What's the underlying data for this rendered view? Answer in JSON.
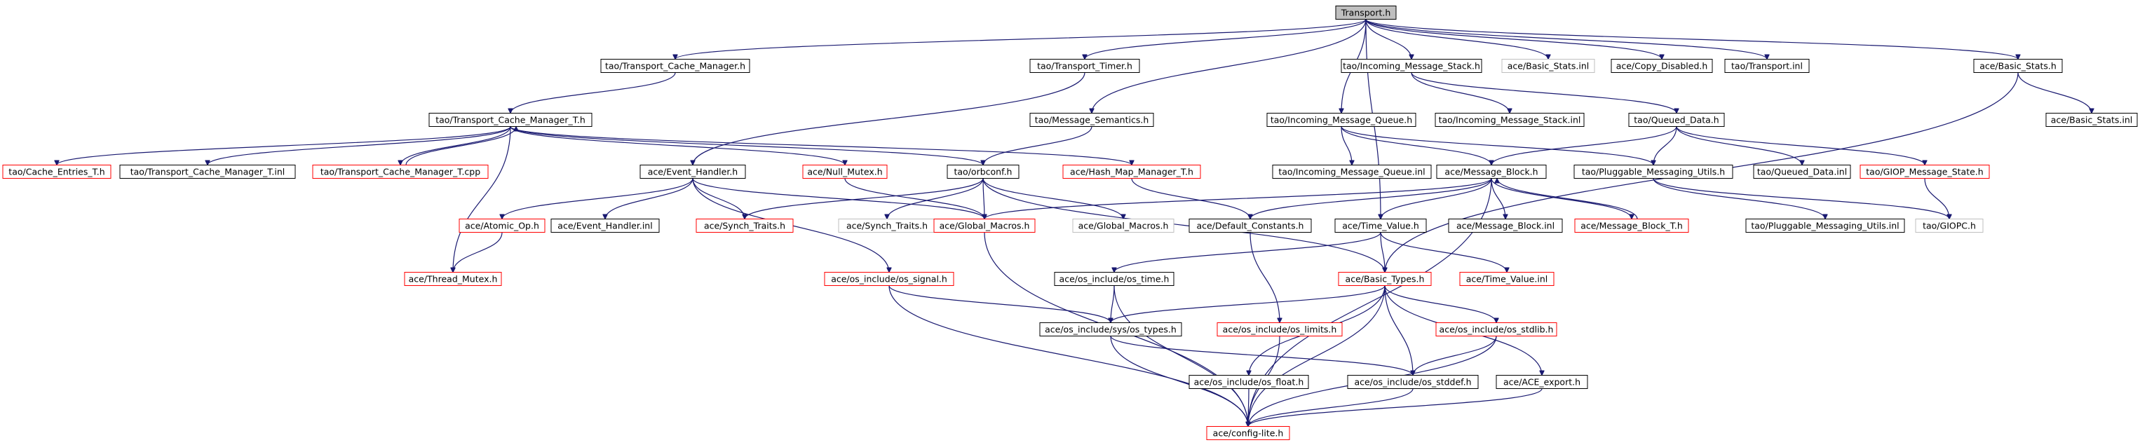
{
  "graph": {
    "colors": {
      "edge": "#191970",
      "root_fill": "#bfbfbf",
      "border_black": "#000000",
      "border_red": "#ff0000",
      "border_gray": "#bfbfbf",
      "background": "#ffffff"
    },
    "nodes": [
      {
        "id": "transport_h",
        "label": "Transport.h",
        "border": "root"
      },
      {
        "id": "tao_transport_cache_manager_h",
        "label": "tao/Transport_Cache_Manager.h",
        "border": "black"
      },
      {
        "id": "tao_transport_timer_h",
        "label": "tao/Transport_Timer.h",
        "border": "black"
      },
      {
        "id": "tao_incoming_message_stack_h",
        "label": "tao/Incoming_Message_Stack.h",
        "border": "black"
      },
      {
        "id": "ace_basic_stats_inl_top",
        "label": "ace/Basic_Stats.inl",
        "border": "gray"
      },
      {
        "id": "ace_copy_disabled_h",
        "label": "ace/Copy_Disabled.h",
        "border": "black"
      },
      {
        "id": "tao_transport_inl",
        "label": "tao/Transport.inl",
        "border": "black"
      },
      {
        "id": "ace_basic_stats_h",
        "label": "ace/Basic_Stats.h",
        "border": "black"
      },
      {
        "id": "tao_transport_cache_manager_t_h",
        "label": "tao/Transport_Cache_Manager_T.h",
        "border": "black"
      },
      {
        "id": "tao_message_semantics_h",
        "label": "tao/Message_Semantics.h",
        "border": "black"
      },
      {
        "id": "tao_incoming_message_queue_h",
        "label": "tao/Incoming_Message_Queue.h",
        "border": "black"
      },
      {
        "id": "tao_incoming_message_stack_inl",
        "label": "tao/Incoming_Message_Stack.inl",
        "border": "black"
      },
      {
        "id": "tao_queued_data_h",
        "label": "tao/Queued_Data.h",
        "border": "black"
      },
      {
        "id": "ace_basic_stats_inl",
        "label": "ace/Basic_Stats.inl",
        "border": "black"
      },
      {
        "id": "tao_cache_entries_t_h",
        "label": "tao/Cache_Entries_T.h",
        "border": "red"
      },
      {
        "id": "tao_transport_cache_manager_t_inl",
        "label": "tao/Transport_Cache_Manager_T.inl",
        "border": "black"
      },
      {
        "id": "tao_transport_cache_manager_t_cpp",
        "label": "tao/Transport_Cache_Manager_T.cpp",
        "border": "red"
      },
      {
        "id": "ace_event_handler_h",
        "label": "ace/Event_Handler.h",
        "border": "black"
      },
      {
        "id": "ace_null_mutex_h",
        "label": "ace/Null_Mutex.h",
        "border": "red"
      },
      {
        "id": "tao_orbconf_h",
        "label": "tao/orbconf.h",
        "border": "black"
      },
      {
        "id": "ace_hash_map_manager_t_h",
        "label": "ace/Hash_Map_Manager_T.h",
        "border": "red"
      },
      {
        "id": "tao_incoming_message_queue_inl",
        "label": "tao/Incoming_Message_Queue.inl",
        "border": "black"
      },
      {
        "id": "ace_message_block_h",
        "label": "ace/Message_Block.h",
        "border": "black"
      },
      {
        "id": "tao_pluggable_messaging_utils_h",
        "label": "tao/Pluggable_Messaging_Utils.h",
        "border": "black"
      },
      {
        "id": "tao_queued_data_inl",
        "label": "tao/Queued_Data.inl",
        "border": "black"
      },
      {
        "id": "tao_giop_message_state_h",
        "label": "tao/GIOP_Message_State.h",
        "border": "red"
      },
      {
        "id": "ace_atomic_op_h",
        "label": "ace/Atomic_Op.h",
        "border": "red"
      },
      {
        "id": "ace_event_handler_inl",
        "label": "ace/Event_Handler.inl",
        "border": "black"
      },
      {
        "id": "ace_synch_traits_h_red",
        "label": "ace/Synch_Traits.h",
        "border": "red"
      },
      {
        "id": "ace_synch_traits_h_gray",
        "label": "ace/Synch_Traits.h",
        "border": "gray"
      },
      {
        "id": "ace_global_macros_h_red",
        "label": "ace/Global_Macros.h",
        "border": "red"
      },
      {
        "id": "ace_global_macros_h_gray",
        "label": "ace/Global_Macros.h",
        "border": "gray"
      },
      {
        "id": "ace_default_constants_h",
        "label": "ace/Default_Constants.h",
        "border": "black"
      },
      {
        "id": "ace_time_value_h",
        "label": "ace/Time_Value.h",
        "border": "black"
      },
      {
        "id": "ace_message_block_inl",
        "label": "ace/Message_Block.inl",
        "border": "black"
      },
      {
        "id": "ace_message_block_t_h",
        "label": "ace/Message_Block_T.h",
        "border": "red"
      },
      {
        "id": "tao_pluggable_messaging_utils_inl",
        "label": "tao/Pluggable_Messaging_Utils.inl",
        "border": "black"
      },
      {
        "id": "tao_giopc_h",
        "label": "tao/GIOPC.h",
        "border": "gray"
      },
      {
        "id": "ace_thread_mutex_h",
        "label": "ace/Thread_Mutex.h",
        "border": "red"
      },
      {
        "id": "ace_os_include_os_signal_h",
        "label": "ace/os_include/os_signal.h",
        "border": "red"
      },
      {
        "id": "ace_os_include_os_time_h",
        "label": "ace/os_include/os_time.h",
        "border": "black"
      },
      {
        "id": "ace_basic_types_h",
        "label": "ace/Basic_Types.h",
        "border": "red"
      },
      {
        "id": "ace_time_value_inl",
        "label": "ace/Time_Value.inl",
        "border": "red"
      },
      {
        "id": "ace_os_include_sys_os_types_h",
        "label": "ace/os_include/sys/os_types.h",
        "border": "black"
      },
      {
        "id": "ace_os_include_os_limits_h",
        "label": "ace/os_include/os_limits.h",
        "border": "red"
      },
      {
        "id": "ace_os_include_os_stdlib_h",
        "label": "ace/os_include/os_stdlib.h",
        "border": "red"
      },
      {
        "id": "ace_os_include_os_float_h",
        "label": "ace/os_include/os_float.h",
        "border": "black"
      },
      {
        "id": "ace_os_include_os_stddef_h",
        "label": "ace/os_include/os_stddef.h",
        "border": "black"
      },
      {
        "id": "ace_ace_export_h",
        "label": "ace/ACE_export.h",
        "border": "black"
      },
      {
        "id": "ace_config_lite_h",
        "label": "ace/config-lite.h",
        "border": "red"
      }
    ],
    "edges": [
      [
        "transport_h",
        "tao_transport_cache_manager_h"
      ],
      [
        "transport_h",
        "tao_transport_timer_h"
      ],
      [
        "transport_h",
        "tao_incoming_message_stack_h"
      ],
      [
        "transport_h",
        "ace_basic_stats_inl_top"
      ],
      [
        "transport_h",
        "ace_copy_disabled_h"
      ],
      [
        "transport_h",
        "tao_transport_inl"
      ],
      [
        "transport_h",
        "ace_basic_stats_h"
      ],
      [
        "transport_h",
        "tao_message_semantics_h"
      ],
      [
        "transport_h",
        "tao_incoming_message_queue_h"
      ],
      [
        "transport_h",
        "ace_time_value_h"
      ],
      [
        "tao_transport_cache_manager_h",
        "tao_transport_cache_manager_t_h"
      ],
      [
        "tao_transport_timer_h",
        "ace_event_handler_h"
      ],
      [
        "tao_incoming_message_stack_h",
        "tao_incoming_message_stack_inl"
      ],
      [
        "tao_incoming_message_stack_h",
        "tao_queued_data_h"
      ],
      [
        "ace_basic_stats_h",
        "ace_basic_stats_inl"
      ],
      [
        "ace_basic_stats_h",
        "ace_basic_types_h"
      ],
      [
        "tao_transport_cache_manager_t_h",
        "tao_cache_entries_t_h"
      ],
      [
        "tao_transport_cache_manager_t_h",
        "tao_transport_cache_manager_t_inl"
      ],
      [
        "tao_transport_cache_manager_t_h",
        "tao_transport_cache_manager_t_cpp"
      ],
      [
        "tao_transport_cache_manager_t_cpp",
        "tao_transport_cache_manager_t_h"
      ],
      [
        "tao_transport_cache_manager_t_h",
        "ace_null_mutex_h"
      ],
      [
        "tao_transport_cache_manager_t_h",
        "tao_orbconf_h"
      ],
      [
        "tao_transport_cache_manager_t_h",
        "ace_hash_map_manager_t_h"
      ],
      [
        "tao_transport_cache_manager_t_h",
        "ace_thread_mutex_h"
      ],
      [
        "tao_message_semantics_h",
        "tao_orbconf_h"
      ],
      [
        "tao_incoming_message_queue_h",
        "tao_incoming_message_queue_inl"
      ],
      [
        "tao_incoming_message_queue_h",
        "ace_message_block_h"
      ],
      [
        "tao_incoming_message_queue_h",
        "tao_pluggable_messaging_utils_h"
      ],
      [
        "tao_queued_data_h",
        "ace_message_block_h"
      ],
      [
        "tao_queued_data_h",
        "tao_pluggable_messaging_utils_h"
      ],
      [
        "tao_queued_data_h",
        "tao_queued_data_inl"
      ],
      [
        "tao_queued_data_h",
        "tao_giop_message_state_h"
      ],
      [
        "ace_event_handler_h",
        "ace_atomic_op_h"
      ],
      [
        "ace_event_handler_h",
        "ace_event_handler_inl"
      ],
      [
        "ace_event_handler_h",
        "ace_synch_traits_h_red"
      ],
      [
        "ace_event_handler_h",
        "ace_global_macros_h_red"
      ],
      [
        "ace_event_handler_h",
        "ace_os_include_os_signal_h"
      ],
      [
        "ace_null_mutex_h",
        "ace_global_macros_h_red"
      ],
      [
        "tao_orbconf_h",
        "ace_synch_traits_h_red"
      ],
      [
        "tao_orbconf_h",
        "ace_synch_traits_h_gray"
      ],
      [
        "tao_orbconf_h",
        "ace_global_macros_h_red"
      ],
      [
        "tao_orbconf_h",
        "ace_global_macros_h_gray"
      ],
      [
        "tao_orbconf_h",
        "ace_basic_types_h"
      ],
      [
        "ace_hash_map_manager_t_h",
        "ace_default_constants_h"
      ],
      [
        "ace_message_block_h",
        "ace_global_macros_h_red"
      ],
      [
        "ace_message_block_h",
        "ace_default_constants_h"
      ],
      [
        "ace_message_block_h",
        "ace_time_value_h"
      ],
      [
        "ace_message_block_h",
        "ace_message_block_inl"
      ],
      [
        "ace_message_block_h",
        "ace_message_block_t_h"
      ],
      [
        "ace_message_block_t_h",
        "ace_message_block_h"
      ],
      [
        "ace_message_block_h",
        "ace_config_lite_h"
      ],
      [
        "tao_pluggable_messaging_utils_h",
        "tao_pluggable_messaging_utils_inl"
      ],
      [
        "tao_pluggable_messaging_utils_h",
        "tao_giopc_h"
      ],
      [
        "tao_giop_message_state_h",
        "tao_giopc_h"
      ],
      [
        "ace_atomic_op_h",
        "ace_thread_mutex_h"
      ],
      [
        "ace_global_macros_h_red",
        "ace_config_lite_h"
      ],
      [
        "ace_default_constants_h",
        "ace_os_include_os_limits_h"
      ],
      [
        "ace_time_value_h",
        "ace_os_include_os_time_h"
      ],
      [
        "ace_time_value_h",
        "ace_basic_types_h"
      ],
      [
        "ace_time_value_h",
        "ace_time_value_inl"
      ],
      [
        "ace_os_include_os_signal_h",
        "ace_os_include_sys_os_types_h"
      ],
      [
        "ace_os_include_os_signal_h",
        "ace_config_lite_h"
      ],
      [
        "ace_os_include_os_time_h",
        "ace_os_include_sys_os_types_h"
      ],
      [
        "ace_os_include_os_time_h",
        "ace_config_lite_h"
      ],
      [
        "ace_basic_types_h",
        "ace_os_include_sys_os_types_h"
      ],
      [
        "ace_basic_types_h",
        "ace_os_include_os_stdlib_h"
      ],
      [
        "ace_basic_types_h",
        "ace_os_include_os_float_h"
      ],
      [
        "ace_basic_types_h",
        "ace_os_include_os_stddef_h"
      ],
      [
        "ace_basic_types_h",
        "ace_ace_export_h"
      ],
      [
        "ace_basic_types_h",
        "ace_config_lite_h"
      ],
      [
        "ace_os_include_sys_os_types_h",
        "ace_os_include_os_stddef_h"
      ],
      [
        "ace_os_include_sys_os_types_h",
        "ace_config_lite_h"
      ],
      [
        "ace_os_include_os_limits_h",
        "ace_config_lite_h"
      ],
      [
        "ace_os_include_os_stdlib_h",
        "ace_os_include_os_stddef_h"
      ],
      [
        "ace_os_include_os_stdlib_h",
        "ace_config_lite_h"
      ],
      [
        "ace_os_include_os_float_h",
        "ace_config_lite_h"
      ],
      [
        "ace_os_include_os_stddef_h",
        "ace_config_lite_h"
      ],
      [
        "ace_ace_export_h",
        "ace_config_lite_h"
      ]
    ]
  }
}
